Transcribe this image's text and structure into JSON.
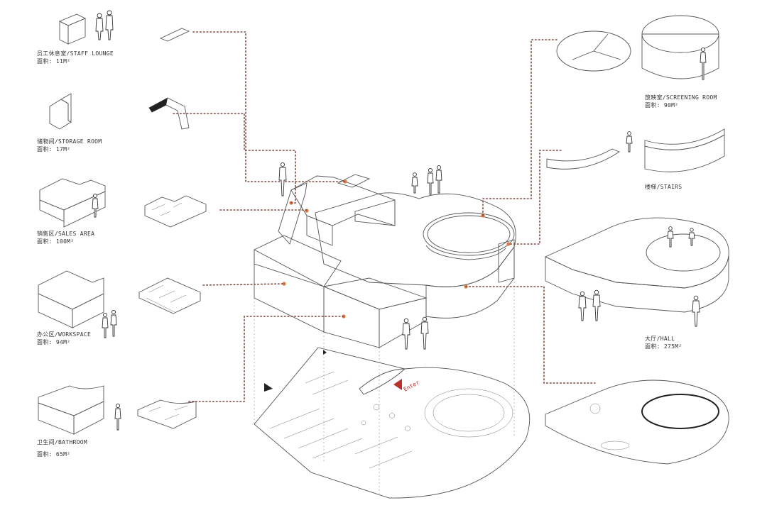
{
  "legend_left": [
    {
      "key": "staff_lounge",
      "name": "员工休息室/STAFF LOUNGE",
      "area": "面积: 11M²",
      "color": "#d9d2ec"
    },
    {
      "key": "storage",
      "name": "储物间/STORAGE ROOM",
      "area": "面积: 17M²",
      "color": "#6f6f6f"
    },
    {
      "key": "sales",
      "name": "销售区/SALES AREA",
      "area": "面积: 100M²",
      "color": "#e2dac8"
    },
    {
      "key": "workspace",
      "name": "办公区/WORKSPACE",
      "area": "面积: 94M²",
      "color": "#c9d5e3"
    },
    {
      "key": "bathroom",
      "name": "卫生间/BATHROOM",
      "area": "面积: 65M²",
      "color": "#d2d3cf"
    }
  ],
  "legend_right": [
    {
      "key": "screening",
      "name": "放映室/SCREENING ROOM",
      "area": "面积: 90M²",
      "color": "#e8c3c3"
    },
    {
      "key": "stairs",
      "name": "楼梯/STAIRS",
      "area": "",
      "color": "#e2a086"
    },
    {
      "key": "hall",
      "name": "大厅/HALL",
      "area": "面积: 275M²",
      "color": "#ece4d6"
    }
  ],
  "plan_label": "Enter",
  "colors": {
    "leader": "#7a4a40",
    "marker": "#e07840",
    "outline": "#555555"
  }
}
